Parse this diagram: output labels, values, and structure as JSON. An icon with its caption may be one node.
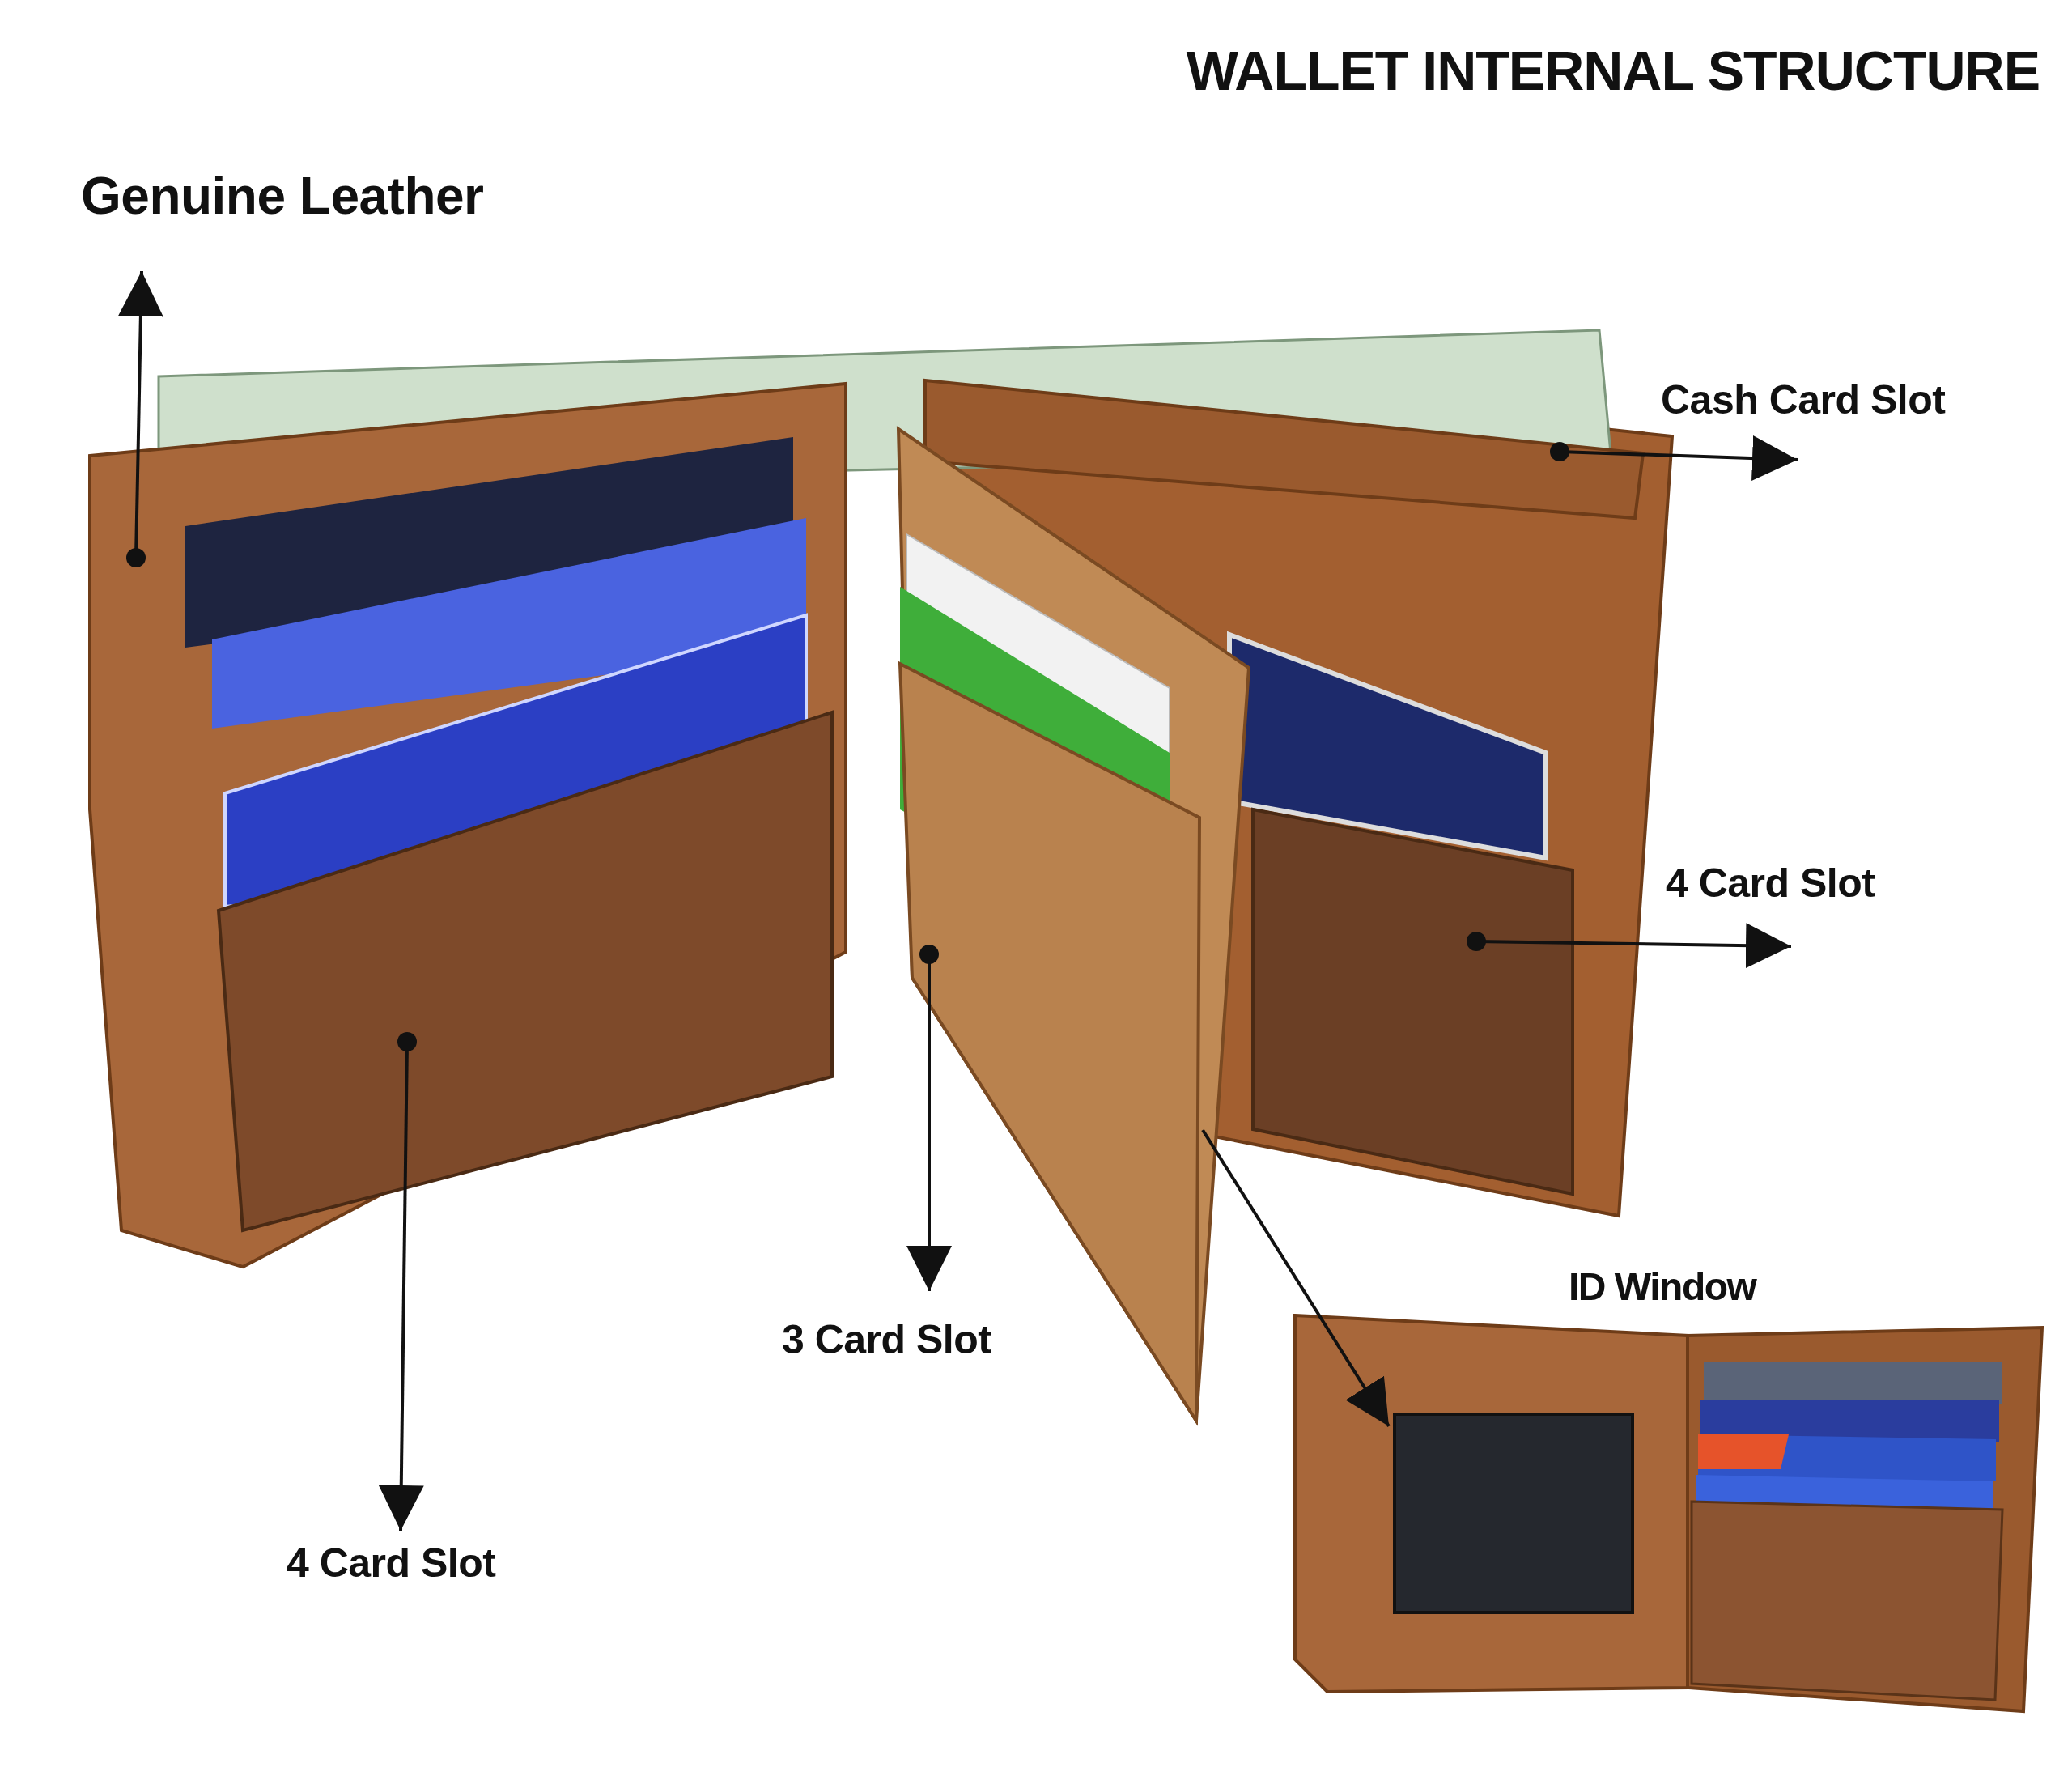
{
  "diagram": {
    "title": "WALLET INTERNAL STRUCTURE",
    "nodes": [
      {
        "text": [
          "Genuine Leather"
        ]
      },
      {
        "text": [],
        "shape": "box"
      },
      {
        "text": [
          "Cash Card Slot"
        ]
      },
      {
        "text": [],
        "shape": "box"
      },
      {
        "text": [
          "4 Card Slot"
        ]
      },
      {
        "text": [],
        "shape": "box"
      },
      {
        "text": [
          "3 Card Slot"
        ]
      },
      {
        "text": [],
        "shape": "box"
      },
      {
        "text": [
          "4 Card Slot"
        ]
      },
      {
        "text": [],
        "shape": "box",
        "in": 1
      },
      {
        "text": [],
        "shape": "box"
      }
    ],
    "edges": [
      {
        "from": 1,
        "to": 0,
        "arrow": "to"
      },
      {
        "from": 3,
        "to": 2,
        "arrow": "to"
      },
      {
        "from": 5,
        "to": 4,
        "arrow": "to"
      },
      {
        "from": 7,
        "to": 6,
        "arrow": "to"
      },
      {
        "from": 9,
        "to": 8,
        "arrow": "to"
      },
      {
        "from": 7,
        "to": 10,
        "arrow": "to"
      }
    ],
    "labels": [
      "ID Window"
    ]
  }
}
